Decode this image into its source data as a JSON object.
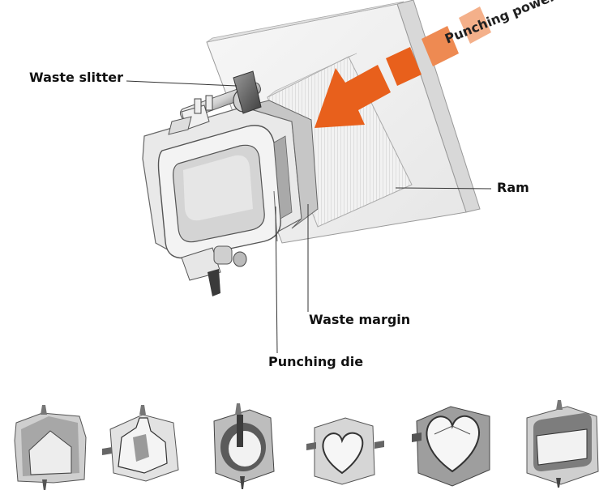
{
  "labels": {
    "waste_slitter": "Waste slitter",
    "punching_power": "Punching power",
    "ram": "Ram",
    "waste_margin": "Waste margin",
    "punching_die": "Punching die"
  },
  "colors": {
    "arrow": "#e8601c",
    "arrow_light": "#f4a27a",
    "ram_face": "#f4f4f4",
    "ram_side": "#d9d9d9",
    "steel_dark": "#5a5a5a",
    "steel_mid": "#b8b8b8",
    "steel_light": "#eeeeee"
  },
  "die_shapes": [
    "house",
    "bottle",
    "circle",
    "heart-small",
    "heart-large",
    "rounded-square"
  ]
}
